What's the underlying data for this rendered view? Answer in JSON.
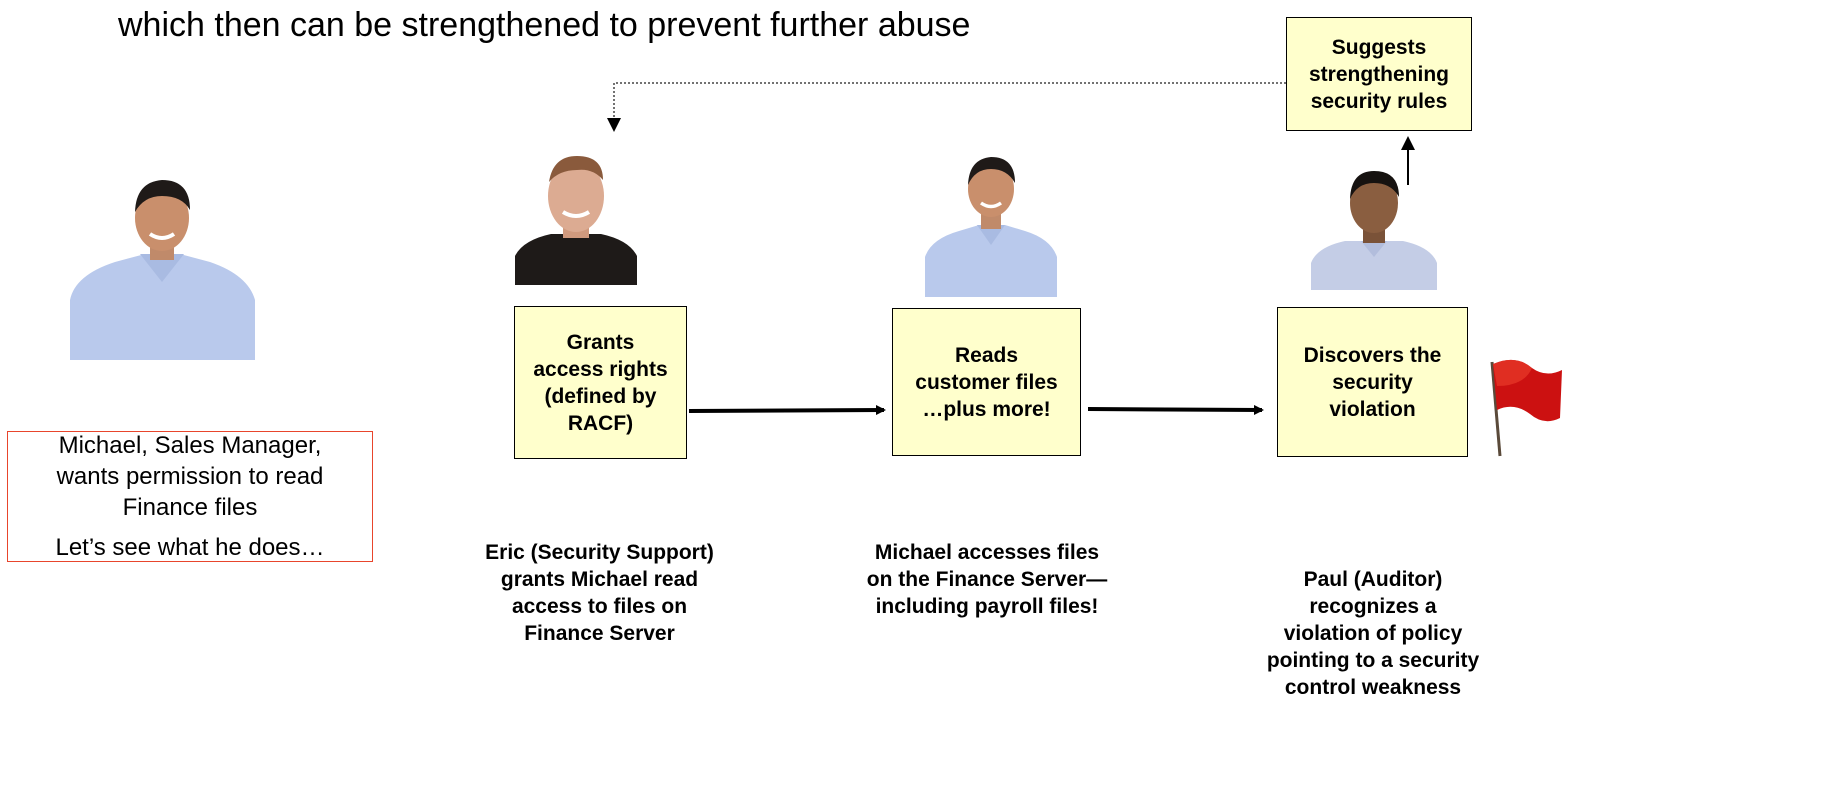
{
  "headline": "which then can be strengthened to prevent further abuse",
  "intro_box": {
    "lines": [
      "Michael, Sales Manager,",
      "wants permission to read",
      "Finance files"
    ],
    "followup": "Let’s see what he does…"
  },
  "steps": [
    {
      "id": "grant",
      "box_lines": [
        "Grants",
        "access rights",
        "(defined by",
        "RACF)"
      ],
      "caption_lines": [
        "Eric (Security Support)",
        "grants Michael read",
        "access to files on",
        "Finance Server"
      ]
    },
    {
      "id": "read",
      "box_lines": [
        "Reads",
        "customer files",
        "…plus more!"
      ],
      "caption_lines": [
        "Michael accesses files",
        "on the Finance Server—",
        "including payroll files!"
      ]
    },
    {
      "id": "discover",
      "box_lines": [
        "Discovers the",
        "security",
        "violation"
      ],
      "caption_lines": [
        "Paul (Auditor)",
        "recognizes a",
        "violation of policy",
        "pointing to a security",
        "control weakness"
      ]
    }
  ],
  "suggest_box": {
    "lines": [
      "Suggests",
      "strengthening",
      "security rules"
    ]
  },
  "colors": {
    "box_fill": "#ffffcc",
    "intro_border": "#e8452c",
    "flag_red": "#cc1111",
    "shirt_blue": "#b9c9ec",
    "shirt_black": "#1e1a18"
  }
}
